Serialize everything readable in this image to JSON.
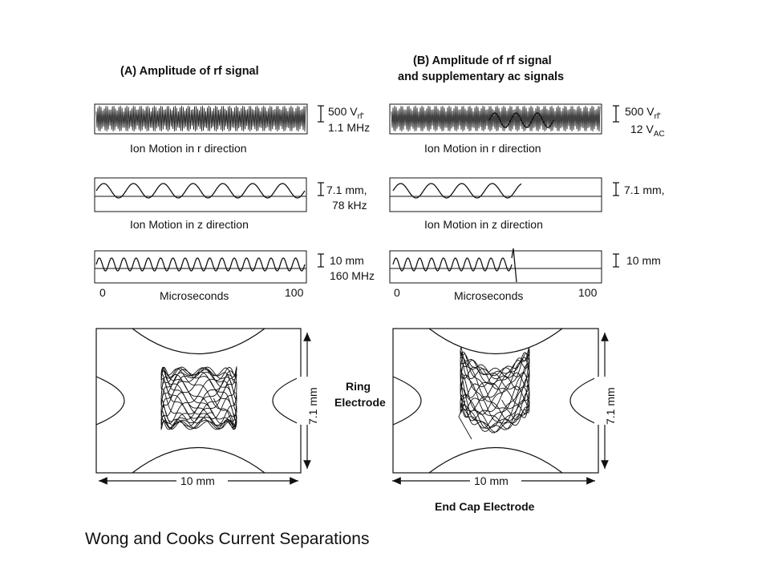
{
  "panel_a": {
    "title": "(A) Amplitude of rf signal",
    "r_caption": "Ion Motion in r direction",
    "z_caption": "Ion Motion in z direction",
    "rf_scale": {
      "amp": "500 V",
      "amp_sub": "rf'",
      "freq": "1.1 MHz"
    },
    "r_scale": {
      "line1": "7.1 mm,",
      "line2": "78 kHz"
    },
    "z_scale": {
      "line1": "10 mm",
      "line2": "160 MHz"
    },
    "axis": {
      "start": "0",
      "label": "Microseconds",
      "end": "100"
    }
  },
  "panel_b": {
    "title_line1": "(B) Amplitude of rf signal",
    "title_line2": "and supplementary ac signals",
    "r_caption": "Ion Motion in r direction",
    "z_caption": "Ion Motion in z direction",
    "rf_scale": {
      "amp": "500 V",
      "amp_sub": "rf'",
      "line2_value": "12 V",
      "line2_sub": "AC"
    },
    "r_scale": {
      "line1": "7.1 mm,"
    },
    "z_scale": {
      "line1": "10 mm"
    },
    "axis": {
      "start": "0",
      "label": "Microseconds",
      "end": "100"
    }
  },
  "trap": {
    "height_label": "7.1 mm",
    "width_label": "10 mm",
    "ring_label_line1": "Ring",
    "ring_label_line2": "Electrode",
    "end_cap_label": "End Cap Electrode"
  },
  "caption": "Wong and Cooks Current Separations"
}
